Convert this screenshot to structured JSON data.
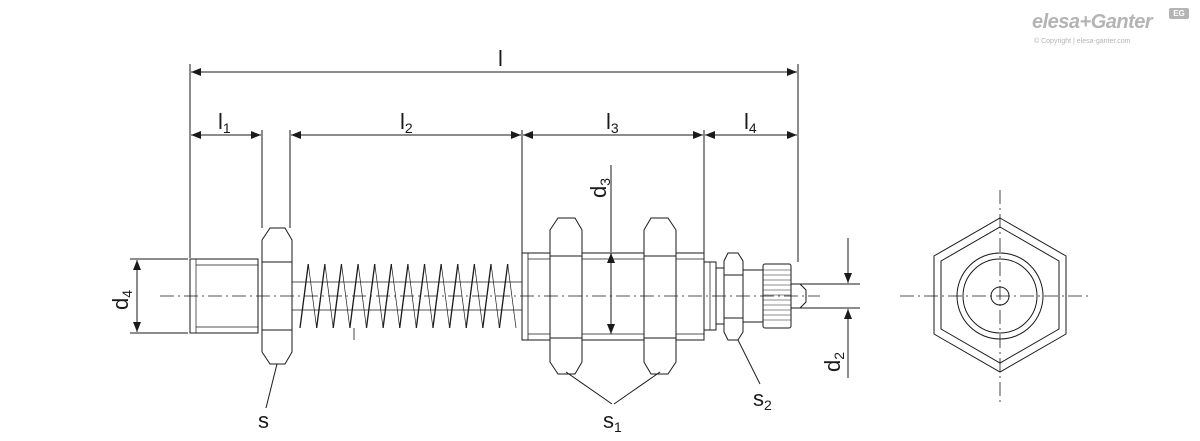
{
  "brand": {
    "name": "elesa+Ganter",
    "badge": "EG",
    "copyright": "© Copyright | elesa-ganter.com"
  },
  "dimensions": {
    "l": {
      "main": "l",
      "sub": ""
    },
    "l1": {
      "main": "l",
      "sub": "1"
    },
    "l2": {
      "main": "l",
      "sub": "2"
    },
    "l3": {
      "main": "l",
      "sub": "3"
    },
    "l4": {
      "main": "l",
      "sub": "4"
    },
    "d2": {
      "main": "d",
      "sub": "2"
    },
    "d3": {
      "main": "d",
      "sub": "3"
    },
    "d4": {
      "main": "d",
      "sub": "4"
    },
    "s": {
      "main": "s",
      "sub": ""
    },
    "s1": {
      "main": "s",
      "sub": "1"
    },
    "s2": {
      "main": "s",
      "sub": "2"
    }
  },
  "colors": {
    "line": "#1a1a1a",
    "brand": "#b4b4b4",
    "background": "#ffffff"
  }
}
